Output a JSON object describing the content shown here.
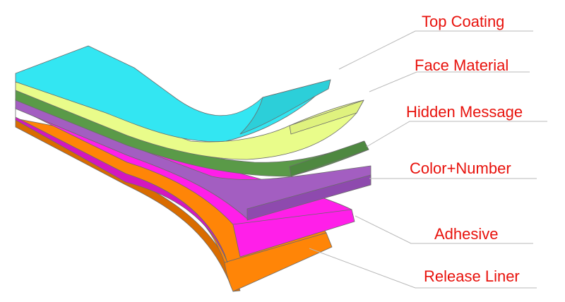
{
  "layers": [
    {
      "key": "top_coating",
      "label": "Top Coating",
      "color": "#33e6f2"
    },
    {
      "key": "face_material",
      "label": "Face Material",
      "color": "#e9fc8a"
    },
    {
      "key": "hidden_message",
      "label": "Hidden Message",
      "color": "#5a9a48"
    },
    {
      "key": "color_number",
      "label": "Color+Number",
      "color": "#a35ec1"
    },
    {
      "key": "adhesive",
      "label": "Adhesive",
      "color": "#ff1fe9"
    },
    {
      "key": "release_liner",
      "label": "Release Liner",
      "color": "#ff8507"
    }
  ],
  "label_color": "#e8120c",
  "leader_color": "#b8b8b8"
}
